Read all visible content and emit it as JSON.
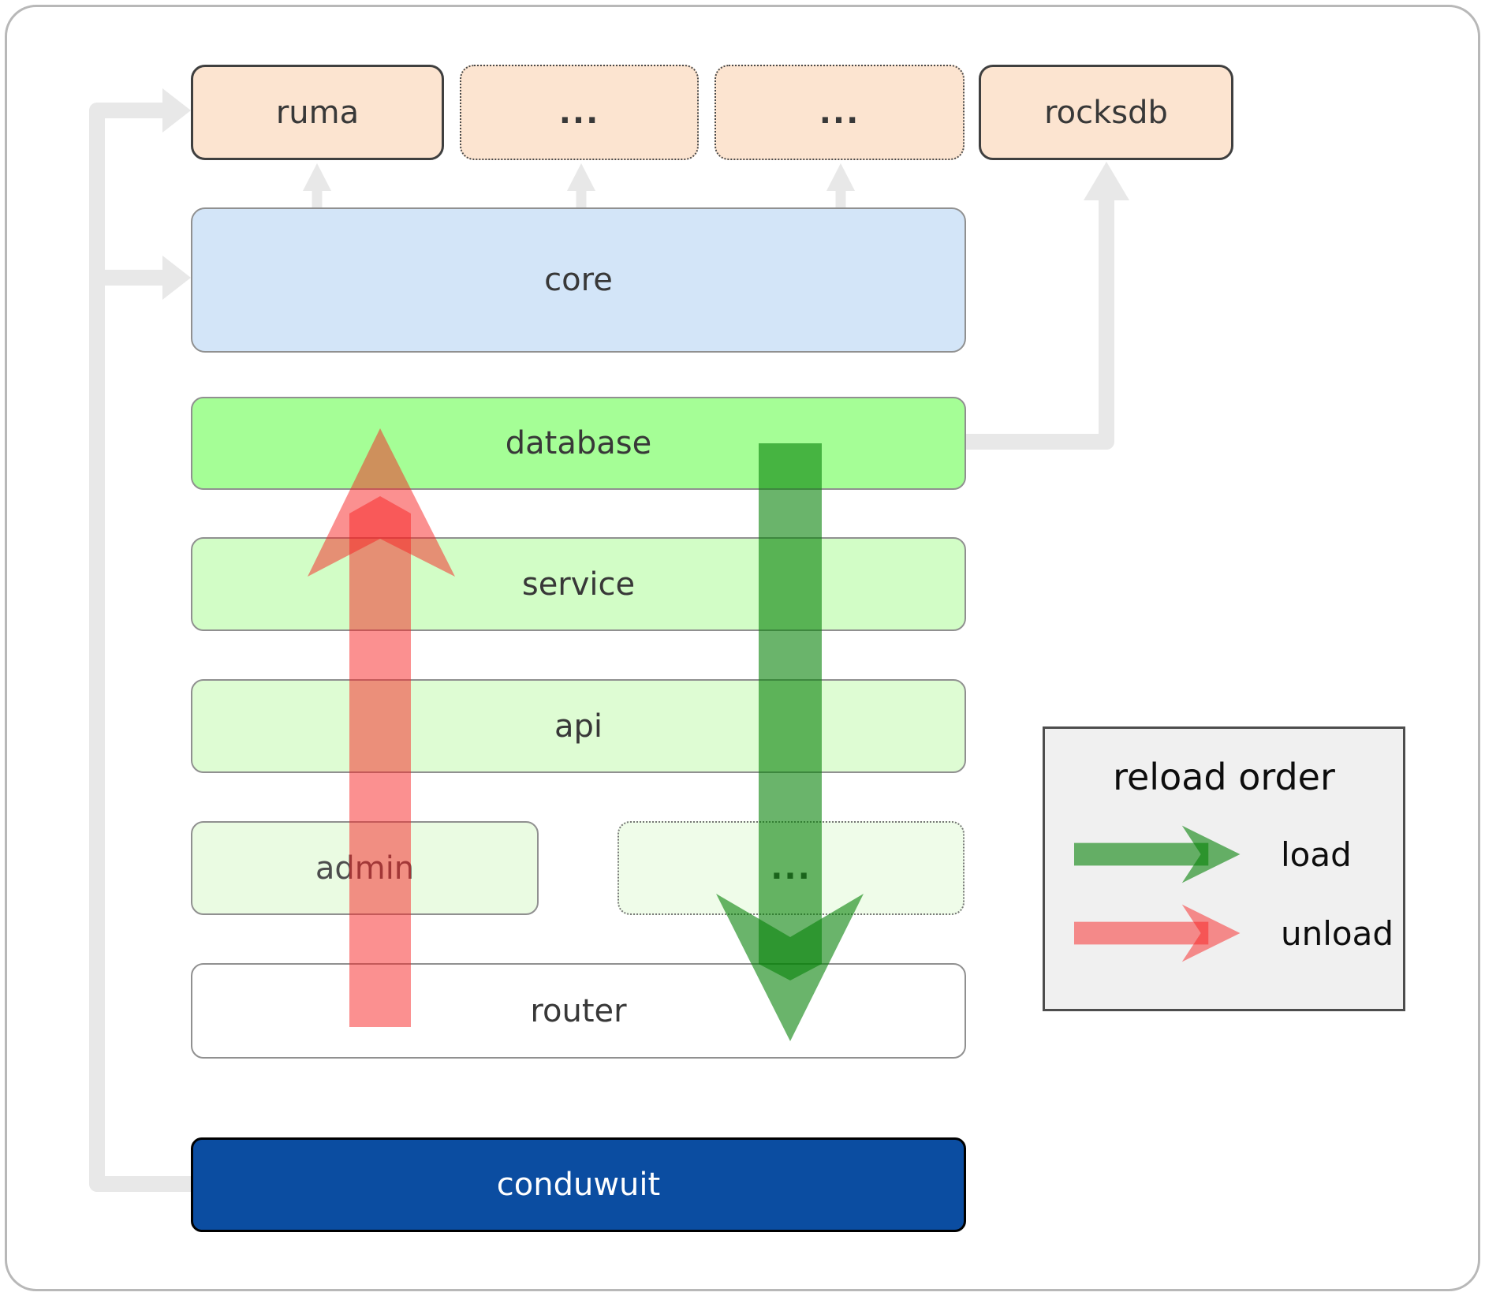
{
  "diagram": {
    "top_row": [
      {
        "id": "ruma",
        "label": "ruma",
        "border": "solid"
      },
      {
        "id": "dots-1",
        "label": "...",
        "border": "dotted"
      },
      {
        "id": "dots-2",
        "label": "...",
        "border": "dotted"
      },
      {
        "id": "rocksdb",
        "label": "rocksdb",
        "border": "solid"
      }
    ],
    "layers": [
      {
        "id": "core",
        "label": "core"
      },
      {
        "id": "database",
        "label": "database"
      },
      {
        "id": "service",
        "label": "service"
      },
      {
        "id": "api",
        "label": "api"
      },
      {
        "id": "admin",
        "label": "admin"
      },
      {
        "id": "dots-3",
        "label": "..."
      },
      {
        "id": "router",
        "label": "router"
      },
      {
        "id": "conduwuit",
        "label": "conduwuit"
      }
    ],
    "connectors": [
      {
        "from": "conduwuit",
        "to": "ruma"
      },
      {
        "from": "conduwuit",
        "to": "core"
      },
      {
        "from": "core",
        "to": "ruma"
      },
      {
        "from": "core",
        "to": "dots-1"
      },
      {
        "from": "core",
        "to": "dots-2"
      },
      {
        "from": "database",
        "to": "rocksdb"
      }
    ]
  },
  "legend": {
    "title": "reload order",
    "items": [
      {
        "label": "load",
        "color": "#068208",
        "direction": "down"
      },
      {
        "label": "unload",
        "color": "#f72121",
        "direction": "up"
      }
    ]
  },
  "colors": {
    "peach": "#fce4d0",
    "core_blue": "#d3e5f8",
    "database_green": "#a5fe96",
    "service_green": "#d2fdc6",
    "api_green": "#defcd3",
    "admin_green": "#eafbe2",
    "router_white": "#ffffff",
    "conduwuit_blue": "#0b4da1",
    "connector_gray": "#e8e8e8",
    "load_green": "#068208",
    "unload_red": "#f72121"
  }
}
